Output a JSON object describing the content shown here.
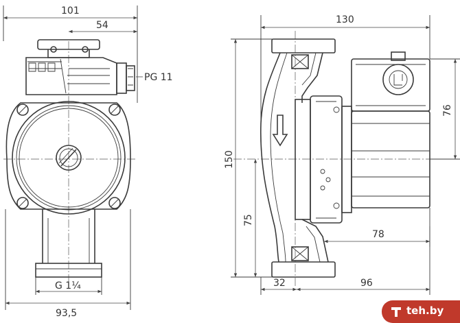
{
  "front_view": {
    "dim_overall_width": "101",
    "dim_cable_offset": "54",
    "label_cable_gland": "PG 11",
    "label_thread": "G 1¼",
    "dim_base_width": "93,5"
  },
  "side_view": {
    "dim_length": "130",
    "dim_height": "150",
    "dim_terminal_box": "76",
    "dim_axis_height": "75",
    "dim_motor": "78",
    "dim_flange": "32",
    "dim_body": "96"
  },
  "watermark": {
    "text": "teh.by",
    "color": "#c0392b"
  }
}
